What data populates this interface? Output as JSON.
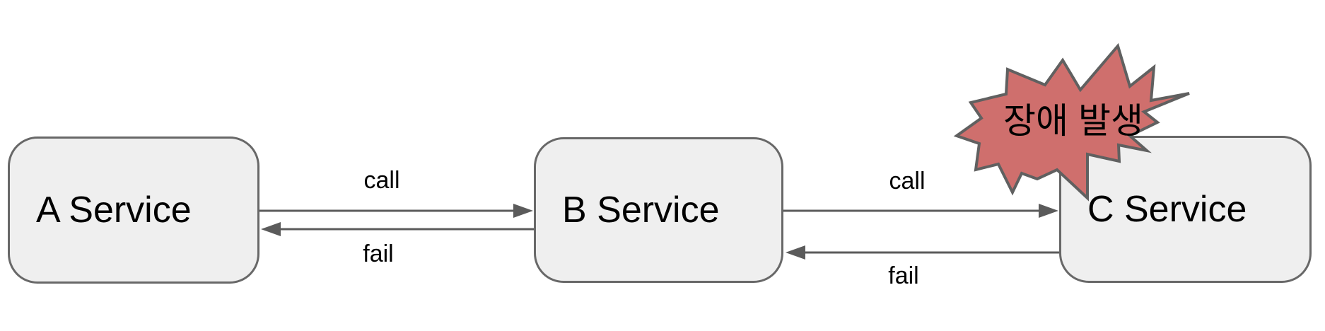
{
  "diagram": {
    "title": "service-call-failure-diagram",
    "nodes": [
      {
        "id": "a",
        "label": "A Service"
      },
      {
        "id": "b",
        "label": "B Service"
      },
      {
        "id": "c",
        "label": "C Service"
      }
    ],
    "edges": [
      {
        "from": "a",
        "to": "b",
        "label": "call"
      },
      {
        "from": "b",
        "to": "a",
        "label": "fail"
      },
      {
        "from": "b",
        "to": "c",
        "label": "call"
      },
      {
        "from": "c",
        "to": "b",
        "label": "fail"
      }
    ],
    "burst": {
      "label": "장애 발생",
      "meaning": "failure occurred (annotation on C Service)"
    },
    "colors": {
      "node_fill": "#efefef",
      "node_border": "#686868",
      "arrow": "#5b5b5b",
      "burst_fill": "#cf6f6d",
      "burst_border": "#606060",
      "text": "#000000",
      "background": "#ffffff"
    }
  }
}
